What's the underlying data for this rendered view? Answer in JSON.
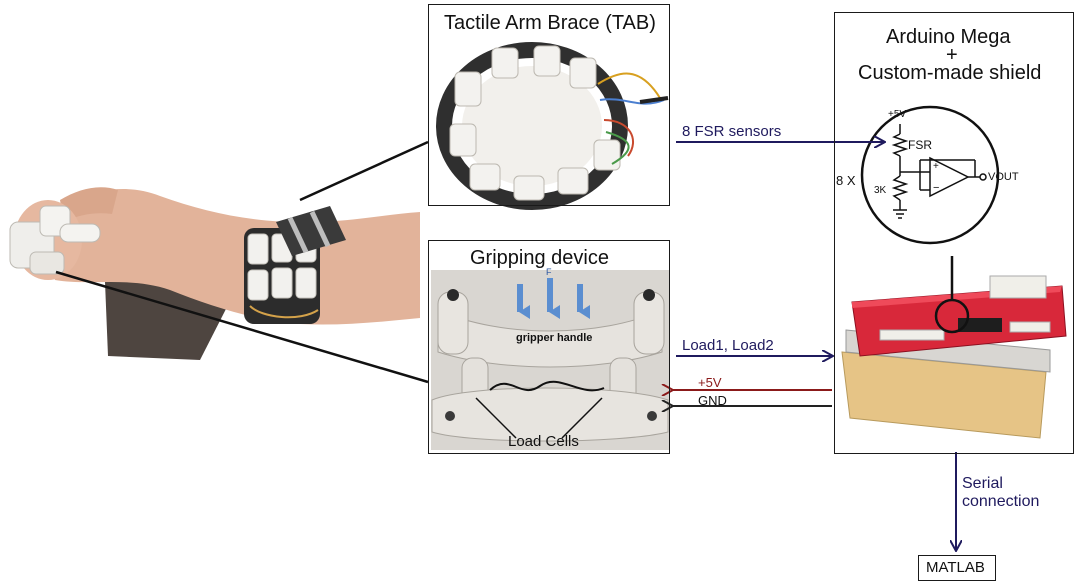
{
  "panels": {
    "tab": {
      "title": "Tactile Arm Brace (TAB)"
    },
    "gripper": {
      "title": "Gripping device",
      "handle_label": "gripper handle",
      "force_label": "F",
      "cells_label": "Load Cells"
    },
    "arduino": {
      "title_line1": "Arduino Mega",
      "title_line2": "+",
      "title_line3": "Custom-made shield"
    }
  },
  "circuit": {
    "supply": "+5V",
    "sensor": "FSR",
    "multiplier": "8 X",
    "resistor": "3K",
    "output": "VOUT"
  },
  "signals": {
    "fsr": "8 FSR sensors",
    "loads": "Load1, Load2",
    "power": "+5V",
    "ground": "GND",
    "serial_line1": "Serial",
    "serial_line2": "connection"
  },
  "matlab": {
    "label": "MATLAB"
  },
  "colors": {
    "signal_line": "#1f1a5e",
    "power_line": "#8b1a1a",
    "ground_line": "#222222",
    "shield_red": "#d8283a",
    "force_arrow": "#5b8ed0"
  }
}
